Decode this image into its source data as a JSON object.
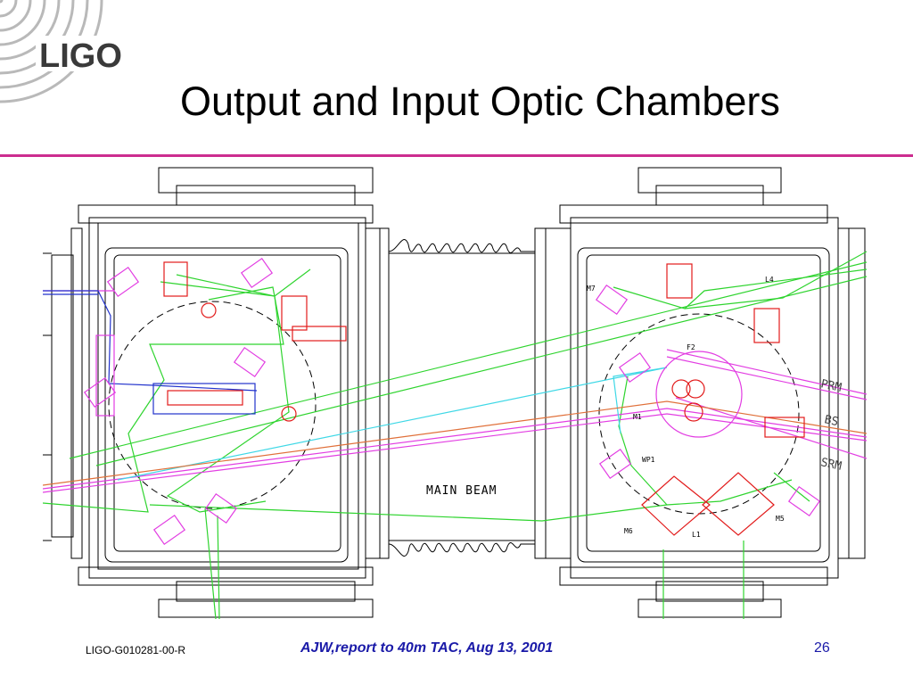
{
  "logo": {
    "text": "LIGO"
  },
  "title": "Output and Input Optic Chambers",
  "colors": {
    "rule": "#cc2d8f",
    "beam_green": "#2fd42f",
    "beam_magenta": "#e23de2",
    "beam_cyan": "#3fd8e6",
    "beam_orange": "#e0703a",
    "beam_blue": "#2233cc",
    "optic_red": "#e21b1b",
    "footer_text": "#1a1aa8"
  },
  "diagram": {
    "main_beam_label": "MAIN BEAM",
    "right_chamber_labels": {
      "m7": "M7",
      "l4": "L4",
      "f2": "F2",
      "m1": "M1",
      "wp1": "WP1",
      "m6": "M6",
      "l1": "L1",
      "m5": "M5"
    },
    "beam_labels": {
      "prm": "PRM",
      "bs": "BS",
      "srm": "SRM"
    }
  },
  "footer": {
    "doc_id": "LIGO-G010281-00-R",
    "report": "AJW,report to 40m TAC, Aug 13, 2001",
    "page": "26"
  }
}
